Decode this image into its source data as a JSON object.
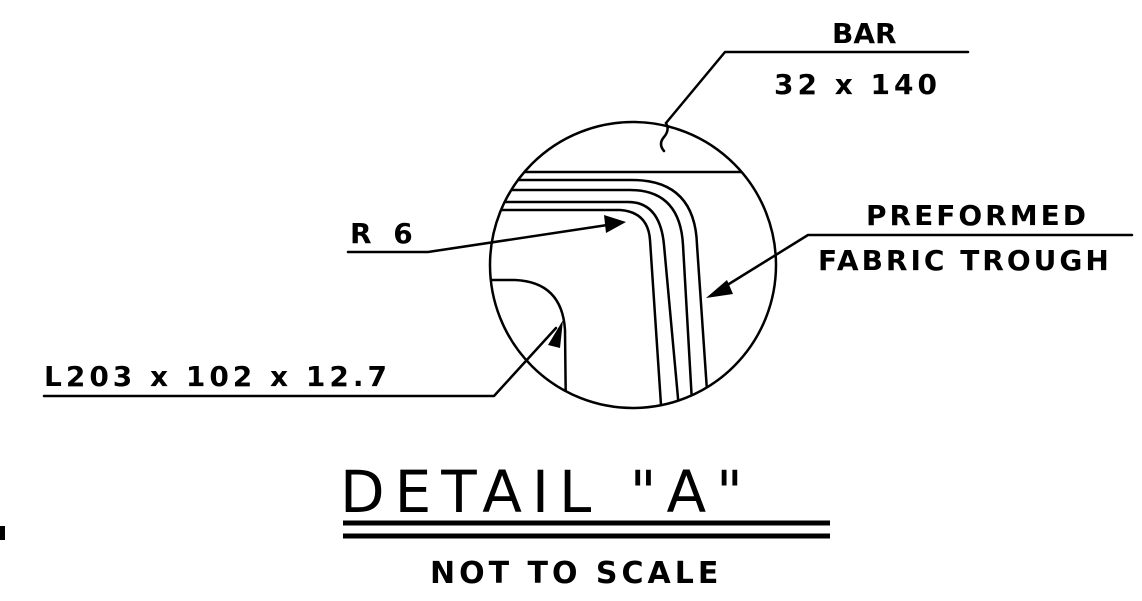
{
  "labels": {
    "bar_title": "BAR",
    "bar_size": "32 x 140",
    "radius": "R 6",
    "trough_line1": "PREFORMED",
    "trough_line2": "FABRIC TROUGH",
    "angle": "L203 x 102 x 12.7"
  },
  "title": {
    "main": "DETAIL \"A\"",
    "sub": "NOT TO SCALE"
  }
}
